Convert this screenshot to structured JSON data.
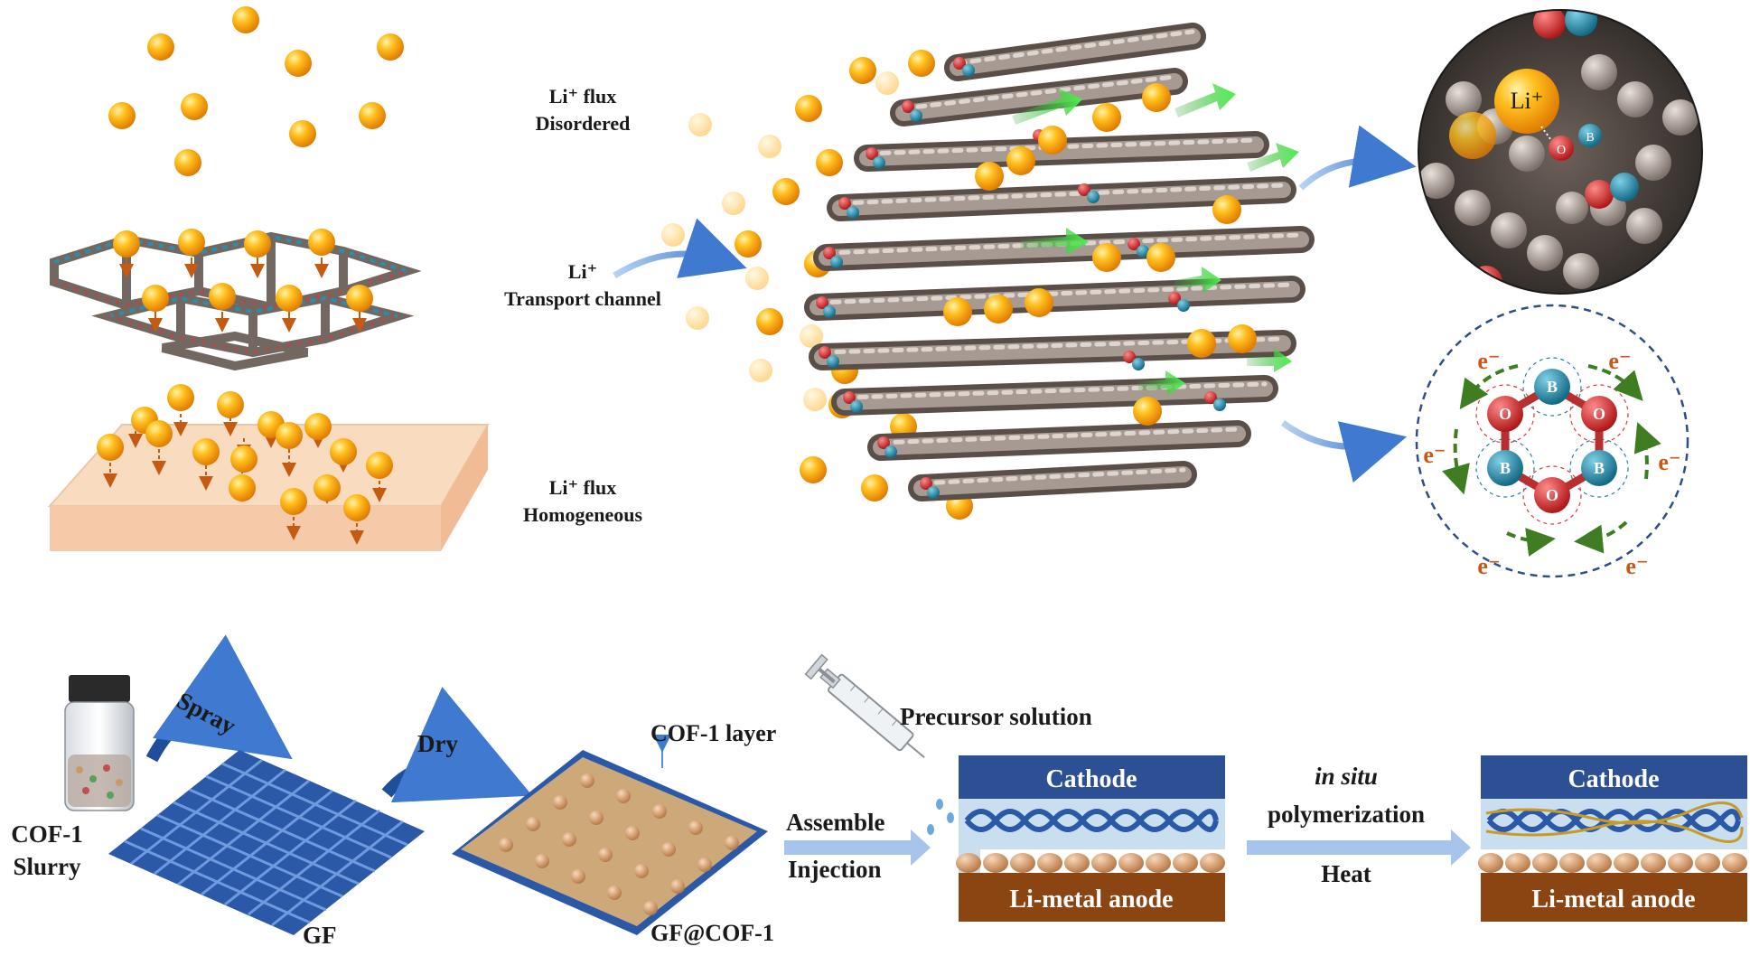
{
  "labels": {
    "li_flux_disordered": [
      "Li⁺ flux",
      "Disordered"
    ],
    "li_transport": [
      "Li⁺",
      "Transport channel"
    ],
    "li_flux_homogeneous": [
      "Li⁺ flux",
      "Homogeneous"
    ],
    "spray": "Spray",
    "cof_slurry": [
      "COF-1",
      "Slurry"
    ],
    "gf": "GF",
    "dry": "Dry",
    "cof_layer": "COF-1 layer",
    "gf_cof": "GF@COF-1",
    "assemble": "Assemble",
    "injection": "Injection",
    "precursor": "Precursor solution",
    "cathode": "Cathode",
    "anode": "Li-metal anode",
    "in_situ": "in situ",
    "polymerization": "polymerization",
    "heat": "Heat",
    "inset_li": "Li⁺",
    "atom_o": "O",
    "atom_b": "B",
    "electron": "e⁻"
  },
  "colors": {
    "li_ion": "#f5a20a",
    "cathode": "#2d4f94",
    "anode": "#8b4513",
    "electrolyte": "#c9dff0",
    "fiber": "#2b59a8",
    "arrow_blue": "#5b8fd6",
    "oxygen": "#d72b2b",
    "boron": "#1a7a96",
    "electron_text": "#c8581a",
    "electron_arrow": "#3f7d23"
  },
  "icons": [
    "vial-icon",
    "syringe-icon",
    "curved-arrow-icon",
    "boroxine-ring-icon"
  ]
}
